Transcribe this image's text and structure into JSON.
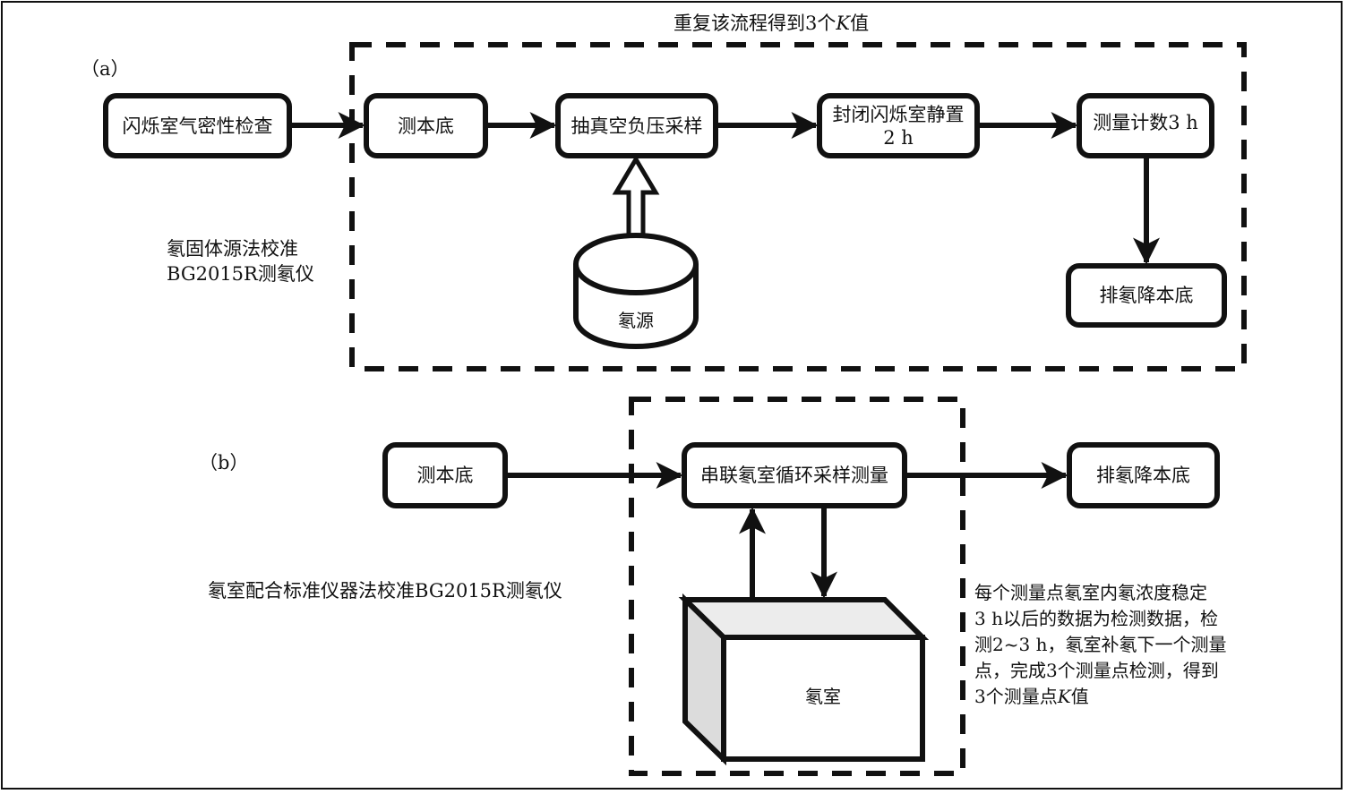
{
  "panel_a": {
    "label": "（a）",
    "loop_caption_prefix": "重复该流程得到3个",
    "loop_caption_k": "K",
    "loop_caption_suffix": "值",
    "method_line1": "氡固体源法校准",
    "method_line2": "BG2015R测氡仪",
    "steps": [
      {
        "id": "airtight-check",
        "label": "闪烁室气密性检查"
      },
      {
        "id": "measure-background",
        "label": "测本底"
      },
      {
        "id": "vacuum-sampling",
        "label": "抽真空负压采样"
      },
      {
        "id": "seal-rest",
        "label_line1": "封闭闪烁室静置",
        "label_line2": "2 h"
      },
      {
        "id": "count-3h",
        "label": "测量计数3 h"
      },
      {
        "id": "exhaust-background",
        "label": "排氡降本底"
      }
    ],
    "source": {
      "label": "氡源"
    }
  },
  "panel_b": {
    "label": "（b）",
    "method_label": "氡室配合标准仪器法校准BG2015R测氡仪",
    "steps": [
      {
        "id": "measure-background",
        "label": "测本底"
      },
      {
        "id": "series-loop-sampling",
        "label": "串联氡室循环采样测量"
      },
      {
        "id": "exhaust-background",
        "label": "排氡降本底"
      }
    ],
    "chamber": {
      "label": "氡室"
    },
    "note_lines": [
      "每个测量点氡室内氡浓度稳定",
      "3 h以后的数据为检测数据，检",
      "测2~3 h，氡室补氡下一个测量",
      "点，完成3个测量点检测，得到"
    ],
    "note_last_prefix": "3个测量点",
    "note_last_k": "K",
    "note_last_suffix": "值"
  },
  "colors": {
    "stroke": "#111111",
    "chamber_top": "#ececec",
    "chamber_side": "#dcdcdc",
    "background": "#ffffff"
  }
}
